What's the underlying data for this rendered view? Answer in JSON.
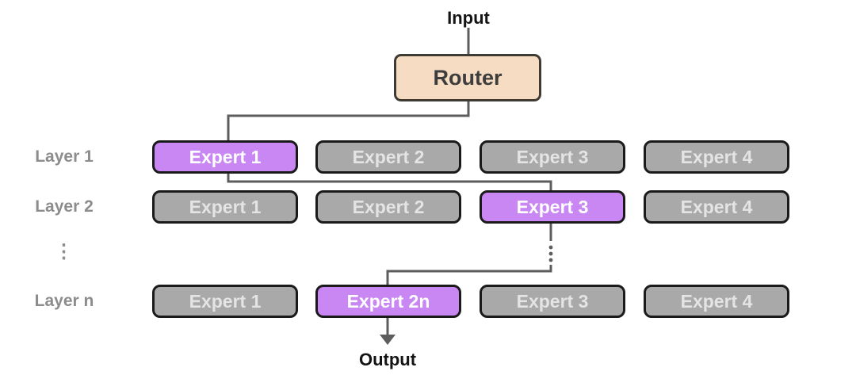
{
  "diagram": {
    "input_label": "Input",
    "router_label": "Router",
    "output_label": "Output",
    "ellipsis": "⋮",
    "layers": [
      {
        "label": "Layer 1",
        "experts": [
          {
            "label": "Expert 1",
            "selected": true
          },
          {
            "label": "Expert 2",
            "selected": false
          },
          {
            "label": "Expert 3",
            "selected": false
          },
          {
            "label": "Expert 4",
            "selected": false
          }
        ]
      },
      {
        "label": "Layer 2",
        "experts": [
          {
            "label": "Expert 1",
            "selected": false
          },
          {
            "label": "Expert 2",
            "selected": false
          },
          {
            "label": "Expert 3",
            "selected": true
          },
          {
            "label": "Expert 4",
            "selected": false
          }
        ]
      },
      {
        "label": "Layer n",
        "experts": [
          {
            "label": "Expert 1",
            "selected": false
          },
          {
            "label": "Expert 2n",
            "selected": true
          },
          {
            "label": "Expert 3",
            "selected": false
          },
          {
            "label": "Expert 4",
            "selected": false
          }
        ]
      }
    ],
    "colors": {
      "selected_expert_fill": "#c987f3",
      "expert_fill": "#a9a9a9",
      "expert_border": "#1a1a1a",
      "router_fill": "#f5dcc2",
      "router_border": "#3f3a33",
      "connector": "#5d5d5d",
      "layer_label_text": "#8c8c8c"
    }
  }
}
